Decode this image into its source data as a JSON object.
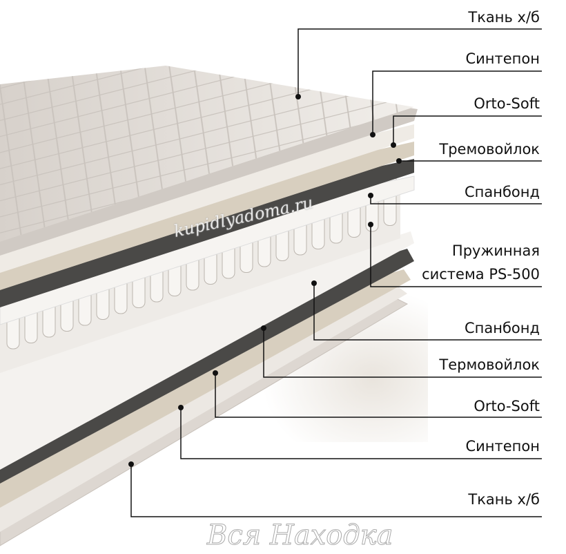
{
  "labels": [
    {
      "text": "Ткань х/б"
    },
    {
      "text": "Синтепон"
    },
    {
      "text": "Orto-Soft"
    },
    {
      "text": "Тремовойлок"
    },
    {
      "text": "Спанбонд"
    },
    {
      "text": "Пружинная",
      "text2": "система PS-500"
    },
    {
      "text": "Спанбонд"
    },
    {
      "text": "Термовойлок"
    },
    {
      "text": "Orto-Soft"
    },
    {
      "text": "Синтепон"
    },
    {
      "text": "Ткань х/б"
    }
  ],
  "watermark": {
    "site": "kupidlyadoma.ru",
    "logo": "Вся Находка"
  },
  "colors": {
    "fabric": "#e6e1dc",
    "felt": "#3a3938",
    "ortosoft": "#d8cfbf",
    "line": "#111111"
  }
}
